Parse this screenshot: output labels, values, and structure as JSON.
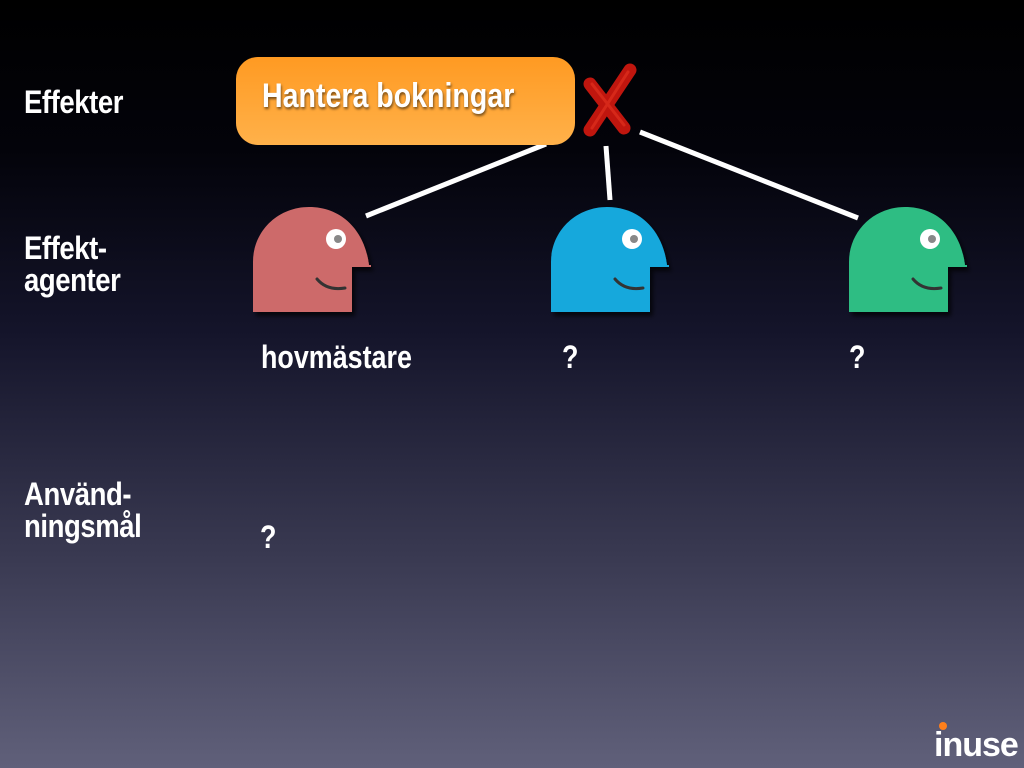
{
  "rows": {
    "effects": "Effekter",
    "agents": "Effekt-\nagenter",
    "goals": "Använd-\nningsmål"
  },
  "effect": {
    "label": "Hantera bokningar",
    "color": "#ff9a22",
    "mark": "cross-icon",
    "mark_color": "#c0160e"
  },
  "agents": [
    {
      "label": "hovmästare",
      "color": "#cd6b6b",
      "icon": "head-icon"
    },
    {
      "label": "?",
      "color": "#14a8dc",
      "icon": "head-icon"
    },
    {
      "label": "?",
      "color": "#2dbd83",
      "icon": "head-icon"
    }
  ],
  "goal": {
    "label": "?"
  },
  "logo": {
    "text": "inuse",
    "accent": "#ff7f1a"
  }
}
